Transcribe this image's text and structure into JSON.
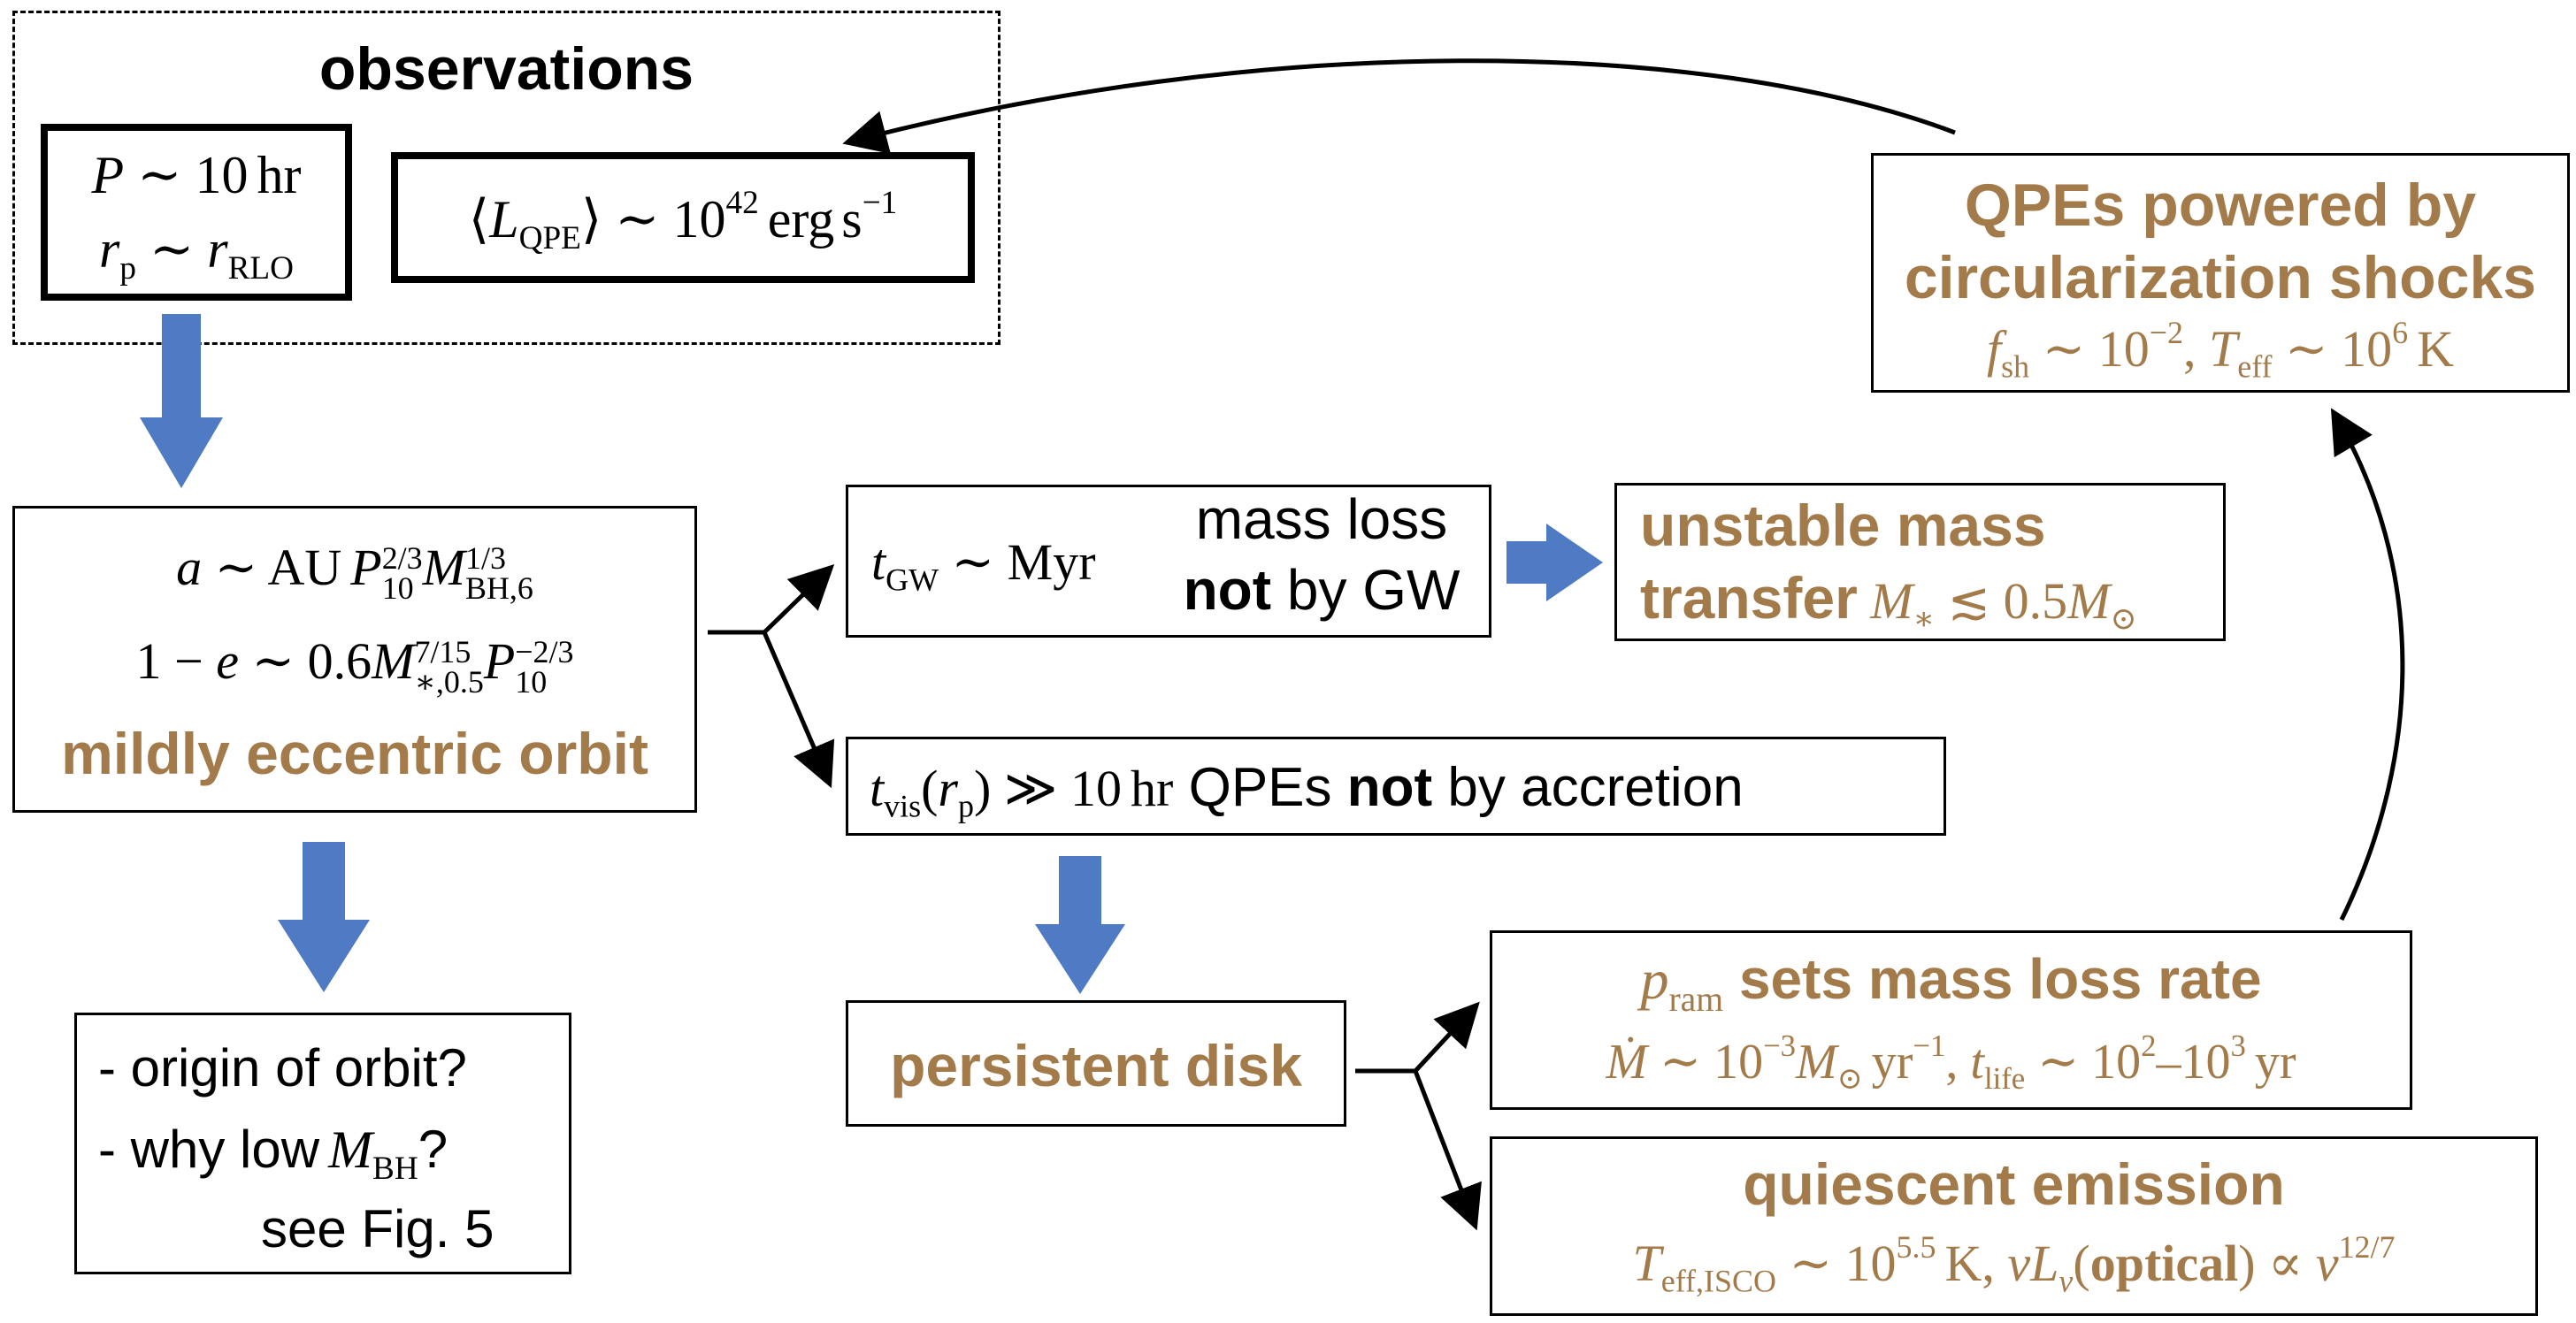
{
  "observations": {
    "title": "observations",
    "period": "P ∼ 10 hr",
    "pericenter": "rp ∼ rRLO",
    "luminosity": "⟨LQPE⟩ ∼ 10^42 erg s^−1"
  },
  "orbit": {
    "semi_major_axis": "a ∼ AU P10^2/3 MBH,6^1/3",
    "eccentricity": "1 − e ∼ 0.6 M*,0.5^7/15 P10^−2/3",
    "label": "mildly eccentric orbit"
  },
  "questions": {
    "q1": "- origin of orbit?",
    "q2_prefix": "- why low",
    "q2_suffix": "?",
    "see": "see Fig. 5"
  },
  "gw": {
    "timescale": "tGW ∼ Myr",
    "line1": "mass loss",
    "line2_bold": "not",
    "line2_rest": "by GW"
  },
  "unstable": {
    "line1": "unstable mass",
    "line2": "transfer",
    "condition": "M* ≲ 0.5M⊙"
  },
  "viscous": {
    "timescale": "tvis(rp) ≫ 10 hr",
    "text_prefix": "QPEs",
    "text_bold": "not",
    "text_suffix": "by accretion"
  },
  "disk": {
    "label": "persistent disk"
  },
  "ram": {
    "title_bold": "sets mass loss rate",
    "title_math": "pram",
    "rates": "Ṁ ∼ 10^−3 M⊙ yr^−1, tlife ∼ 10^2–10^3 yr"
  },
  "quiescent": {
    "title": "quiescent emission",
    "formula": "Teff,ISCO ∼ 10^5.5 K, νLν(optical) ∝ ν^12/7"
  },
  "qpe": {
    "line1": "QPEs powered by",
    "line2": "circularization shocks",
    "formula": "fsh ∼ 10^−2, Teff ∼ 10^6 K"
  },
  "colors": {
    "accent_brown": "#A37B4A",
    "arrow_blue": "#4F7BC4",
    "line": "#000000"
  }
}
